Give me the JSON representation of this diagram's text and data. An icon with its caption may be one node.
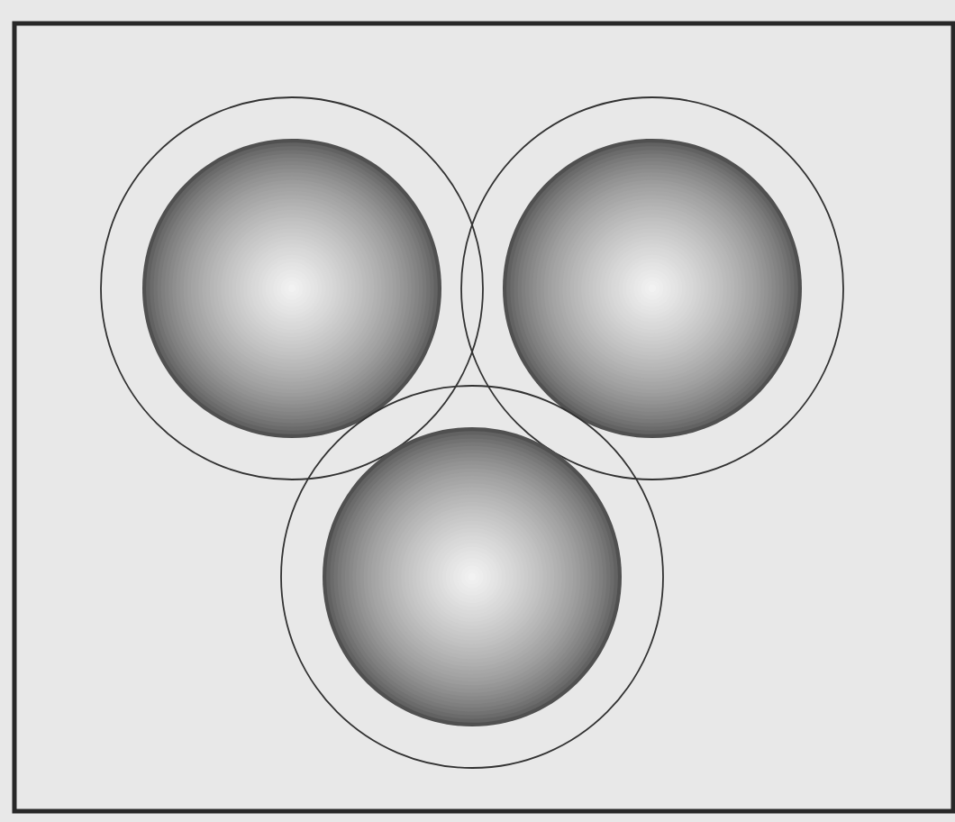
{
  "diagram": {
    "nodes": [
      {
        "text": [],
        "shape": "circle"
      },
      {
        "text": [],
        "shape": "sphere",
        "in": 0
      },
      {
        "text": [],
        "shape": "circle"
      },
      {
        "text": [],
        "shape": "sphere",
        "in": 2
      },
      {
        "text": [],
        "shape": "circle"
      },
      {
        "text": [],
        "shape": "sphere",
        "in": 4
      }
    ]
  }
}
